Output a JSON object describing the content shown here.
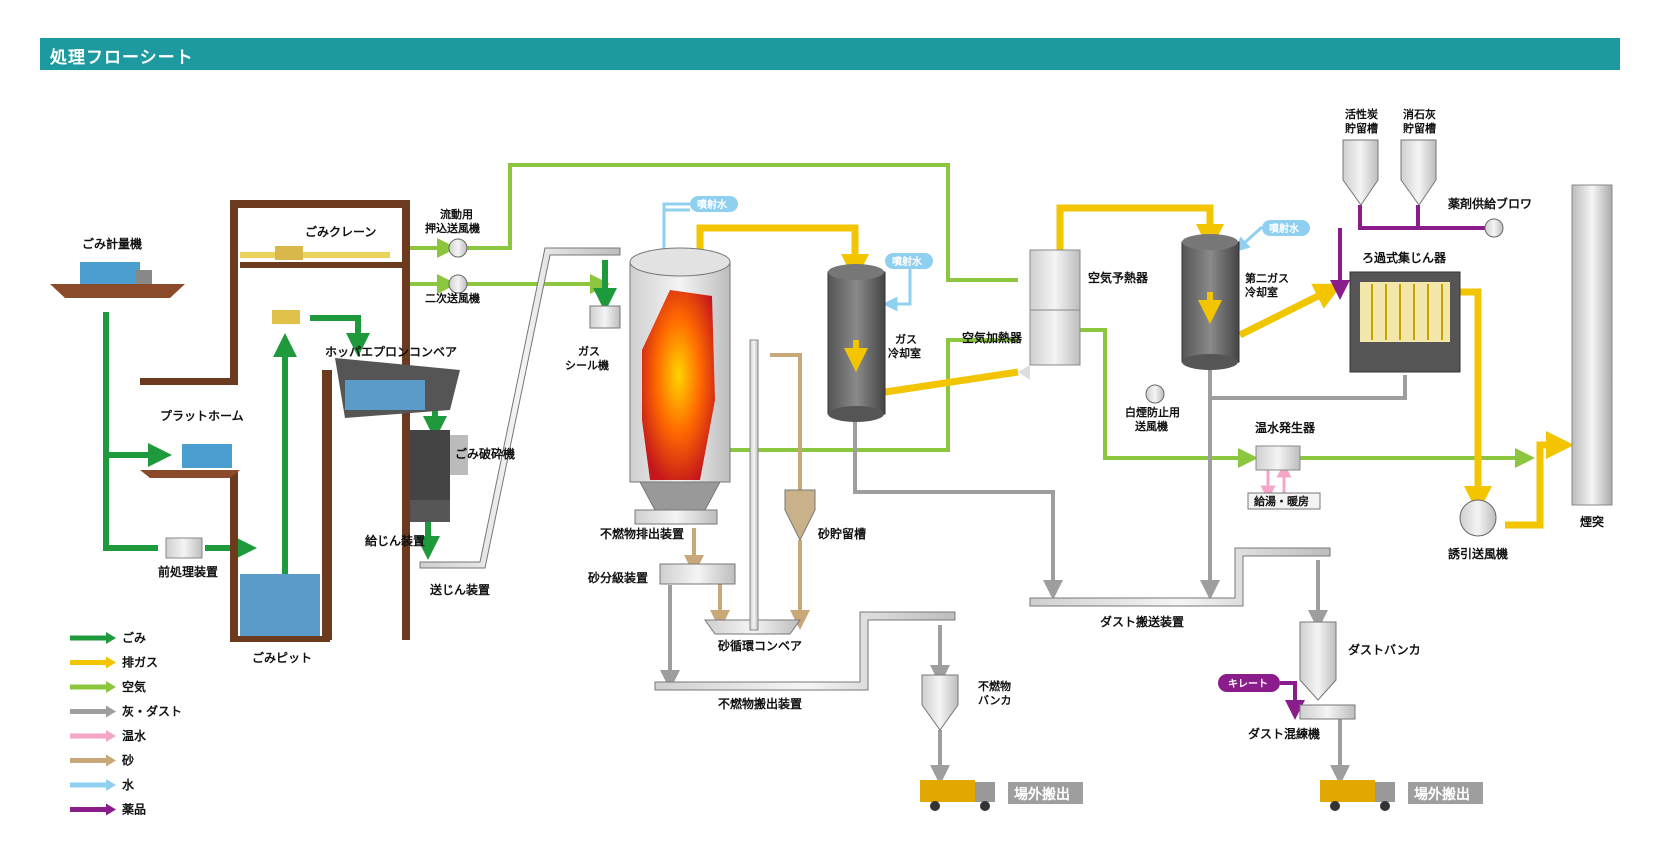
{
  "title": "処理フローシート",
  "colors": {
    "waste": "#1e9a3c",
    "exhaust": "#f2c500",
    "air": "#8cc63f",
    "ash": "#9e9e9e",
    "hotwater": "#f4a6c8",
    "sand": "#c8a878",
    "water": "#8fd0f0",
    "chemical": "#8a1c8c",
    "header": "#1c9aa0"
  },
  "labels": {
    "scale": "ごみ計量機",
    "crane": "ごみクレーン",
    "platform": "プラットホーム",
    "pretreat": "前処理装置",
    "pit": "ごみピット",
    "hopper_conveyor": "ホッパエプロンコンベア",
    "crusher": "ごみ破砕機",
    "feeder": "給じん装置",
    "transfer": "送じん装置",
    "fluid_fan_1": "流動用",
    "fluid_fan_2": "押込送風機",
    "secondary_fan": "二次送風機",
    "gas_seal_1": "ガス",
    "gas_seal_2": "シール機",
    "incombustible_discharge": "不燃物排出装置",
    "sand_classifier": "砂分級装置",
    "sand_storage": "砂貯留槽",
    "sand_conveyor": "砂循環コンベア",
    "incombustible_carry": "不燃物搬出装置",
    "incombustible_bunker_1": "不燃物",
    "incombustible_bunker_2": "バンカ",
    "gas_cooler_1": "ガス",
    "gas_cooler_2": "冷却室",
    "air_preheater": "空気予熱器",
    "air_heater": "空気加熱器",
    "white_smoke_fan_1": "白煙防止用",
    "white_smoke_fan_2": "送風機",
    "second_cooler_1": "第二ガス",
    "second_cooler_2": "冷却室",
    "activated_carbon_1": "活性炭",
    "activated_carbon_2": "貯留槽",
    "slaked_lime_1": "消石灰",
    "slaked_lime_2": "貯留槽",
    "chem_blower": "薬剤供給ブロワ",
    "bag_filter": "ろ過式集じん器",
    "hot_water_gen": "温水発生器",
    "hot_water_use": "給湯・暖房",
    "dust_conveyor": "ダスト搬送装置",
    "dust_bunker": "ダストバンカ",
    "chelate": "キレート",
    "dust_mixer": "ダスト混練機",
    "id_fan": "誘引送風機",
    "stack": "煙突",
    "spray_water": "噴射水",
    "carry_out": "場外搬出"
  },
  "legend": [
    {
      "label": "ごみ",
      "color": "#1e9a3c"
    },
    {
      "label": "排ガス",
      "color": "#f2c500"
    },
    {
      "label": "空気",
      "color": "#8cc63f"
    },
    {
      "label": "灰・ダスト",
      "color": "#9e9e9e"
    },
    {
      "label": "温水",
      "color": "#f4a6c8"
    },
    {
      "label": "砂",
      "color": "#c8a878"
    },
    {
      "label": "水",
      "color": "#8fd0f0"
    },
    {
      "label": "薬品",
      "color": "#8a1c8c"
    }
  ]
}
